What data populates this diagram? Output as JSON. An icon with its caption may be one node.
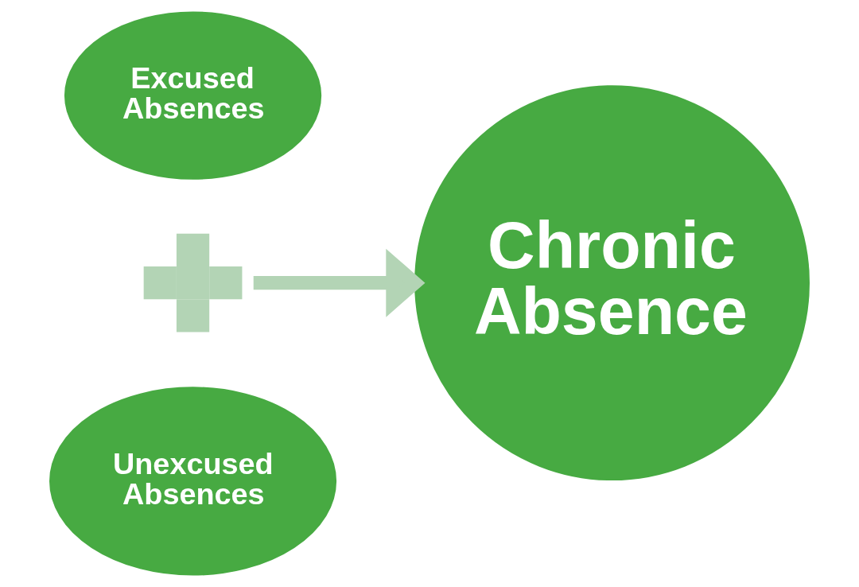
{
  "diagram": {
    "nodes": [
      {
        "text": [
          "Excused Absences"
        ]
      },
      {
        "text": [],
        "shape": "plus"
      },
      {
        "text": [
          "Unexcused Absences"
        ]
      },
      {
        "text": [
          "Chronic Absence"
        ]
      }
    ],
    "edges": [
      {
        "from": 1,
        "to": 3,
        "arrow": "to",
        "color": "#b3d4b5"
      }
    ]
  }
}
